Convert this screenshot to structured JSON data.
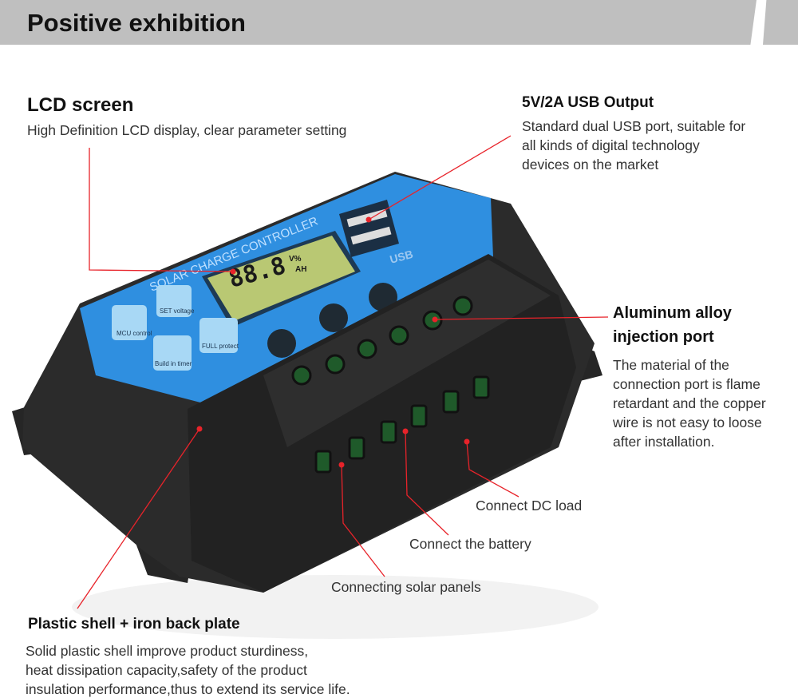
{
  "header": {
    "title": "Positive exhibition"
  },
  "product": {
    "brand_text": "SOLAR CHARGE CONTROLLER",
    "lcd_digits": "88.8",
    "lcd_units_top": "V%",
    "lcd_units_bottom": "AH",
    "usb_label": "USB",
    "badges": [
      "MCU control",
      "SET voltage",
      "Build in timer",
      "FULL protect"
    ]
  },
  "callouts": {
    "lcd": {
      "title": "LCD screen",
      "desc": "High Definition LCD display, clear parameter setting"
    },
    "usb": {
      "title": "5V/2A USB Output",
      "desc": [
        "Standard dual USB port, suitable for",
        "all kinds of digital technology",
        "devices on the market"
      ]
    },
    "port": {
      "title": [
        "Aluminum alloy",
        "injection port"
      ],
      "desc": [
        "The material of the",
        "connection port is flame",
        "retardant and the copper",
        "wire is not easy to loose",
        "after installation."
      ]
    },
    "dc_load": "Connect DC load",
    "battery": "Connect the battery",
    "solar": "Connecting solar panels",
    "shell": {
      "title": "Plastic shell + iron back plate",
      "desc": [
        "Solid plastic shell improve product sturdiness,",
        "heat dissipation capacity,safety of the product",
        "insulation performance,thus to extend its service life."
      ]
    }
  },
  "colors": {
    "accent_line": "#e8232a",
    "panel_blue": "#2f8fe0",
    "shell": "#2a2a2a",
    "lcd": "#b9c873"
  }
}
